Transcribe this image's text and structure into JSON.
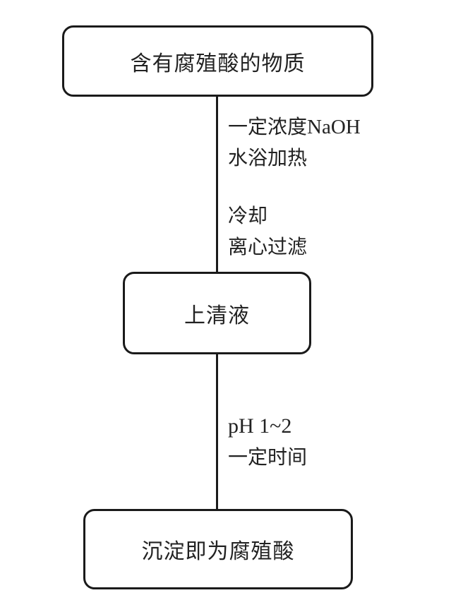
{
  "diagram": {
    "boxes": {
      "start": "含有腐殖酸的物质",
      "middle": "上清液",
      "end": "沉淀即为腐殖酸"
    },
    "step1": {
      "line1_cn": "一定浓度",
      "line1_chem": "NaOH",
      "line2": "水浴加热"
    },
    "step2": {
      "line1": "冷却",
      "line2": "离心过滤"
    },
    "step3": {
      "line1": "pH 1~2",
      "line2": "一定时间"
    }
  }
}
